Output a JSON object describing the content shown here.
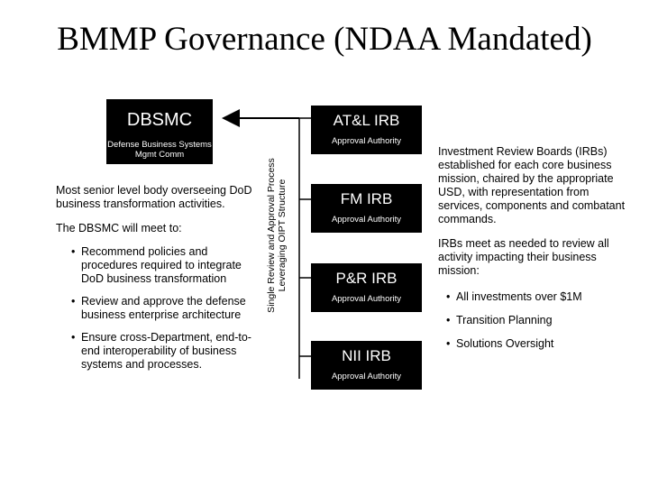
{
  "title": "BMMP Governance (NDAA Mandated)",
  "dbsmc": {
    "name": "DBSMC",
    "subtitle": "Defense Business Systems Mgmt Comm"
  },
  "left": {
    "intro": "Most senior level body overseeing DoD business transformation activities.",
    "will_meet": "The DBSMC will meet to:",
    "bullets": [
      "Recommend policies and procedures required to integrate DoD business transformation",
      "Review and approve the defense business enterprise architecture",
      "Ensure cross-Department, end-to-end interoperability of business systems and processes."
    ]
  },
  "vertical_label": {
    "line1": "Single Review and Approval Process",
    "line2": "Leveraging OIPT Structure"
  },
  "irbs": [
    {
      "name": "AT&L IRB",
      "sub": "Approval Authority"
    },
    {
      "name": "FM IRB",
      "sub": "Approval Authority"
    },
    {
      "name": "P&R IRB",
      "sub": "Approval Authority"
    },
    {
      "name": "NII IRB",
      "sub": "Approval Authority"
    }
  ],
  "right": {
    "para1": "Investment Review Boards (IRBs) established for each core business mission, chaired by the appropriate USD, with representation from services, components and combatant commands.",
    "para2": "IRBs meet as needed to review all activity impacting their business mission:",
    "bullets": [
      "All investments over $1M",
      "Transition Planning",
      "Solutions Oversight"
    ]
  },
  "colors": {
    "box_fill": "#000000",
    "box_text": "#ffffff",
    "line": "#000000"
  }
}
